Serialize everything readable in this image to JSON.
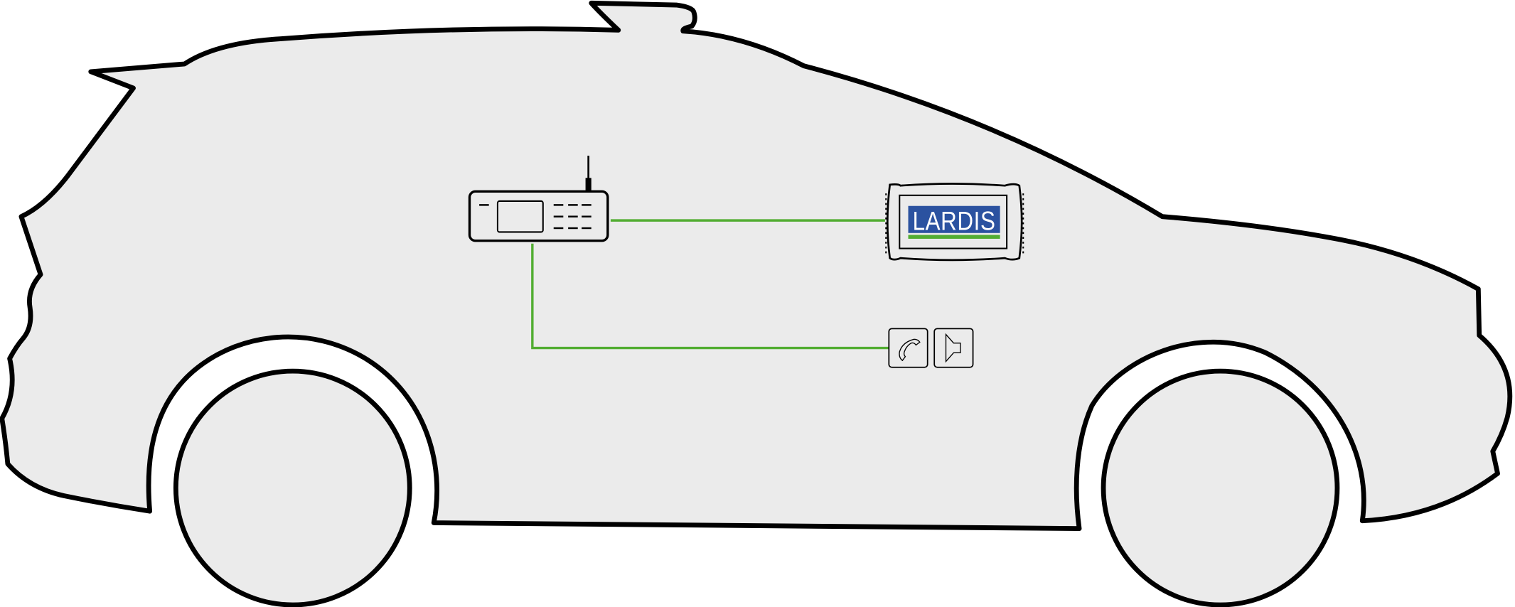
{
  "diagram": {
    "colors": {
      "body_fill": "#ebebeb",
      "outline": "#000000",
      "connection": "#52ad32",
      "logo_blue": "#2b52a0",
      "logo_green": "#52ad32"
    },
    "nodes": [
      {
        "id": "radio",
        "icon": "radio-transceiver-icon"
      },
      {
        "id": "lardis-unit",
        "icon": "lardis-gateway-icon",
        "logo_text": "LARDIS"
      },
      {
        "id": "handset",
        "icon": "phone-handset-icon"
      },
      {
        "id": "speaker",
        "icon": "speaker-icon"
      }
    ],
    "edges": [
      {
        "from": "radio",
        "to": "lardis-unit"
      },
      {
        "from": "radio",
        "to": "handset"
      }
    ]
  }
}
